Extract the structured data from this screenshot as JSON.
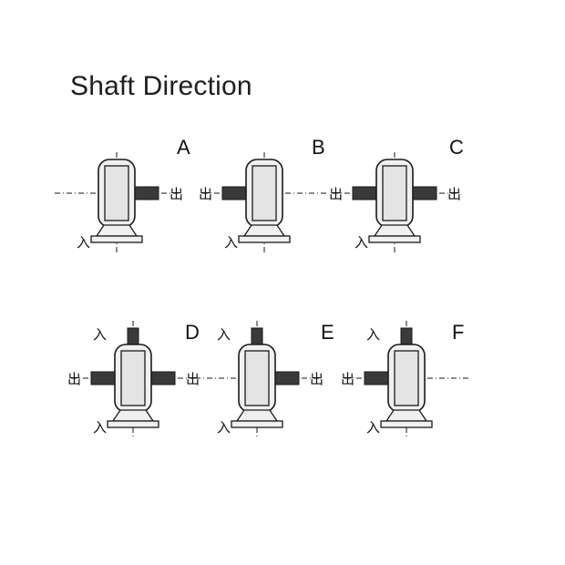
{
  "title": "Shaft Direction",
  "input_mark": "入",
  "output_mark": "出",
  "colors": {
    "line": "#1a1a1a",
    "shaft": "#3a3a3a",
    "body": "#f0f0f0",
    "inner": "#e4e4e4"
  },
  "variants": [
    {
      "letter": "A",
      "input_top": false,
      "output_left": false,
      "output_right": true
    },
    {
      "letter": "B",
      "input_top": false,
      "output_left": true,
      "output_right": false
    },
    {
      "letter": "C",
      "input_top": false,
      "output_left": true,
      "output_right": true
    },
    {
      "letter": "D",
      "input_top": true,
      "output_left": true,
      "output_right": true
    },
    {
      "letter": "E",
      "input_top": true,
      "output_left": false,
      "output_right": true
    },
    {
      "letter": "F",
      "input_top": true,
      "output_left": true,
      "output_right": false
    }
  ]
}
